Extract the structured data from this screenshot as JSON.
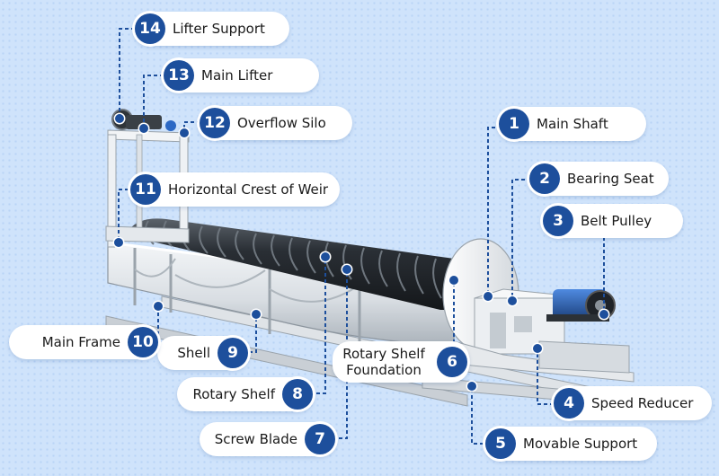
{
  "colors": {
    "accent": "#1d4f9c",
    "background": "#cfe3fb",
    "callout": "#ffffff"
  },
  "parts": [
    {
      "number": "1",
      "label": "Main Shaft"
    },
    {
      "number": "2",
      "label": "Bearing Seat"
    },
    {
      "number": "3",
      "label": "Belt Pulley"
    },
    {
      "number": "4",
      "label": "Speed Reducer"
    },
    {
      "number": "5",
      "label": "Movable Support"
    },
    {
      "number": "6",
      "label": "Rotary Shelf Foundation"
    },
    {
      "number": "7",
      "label": "Screw Blade"
    },
    {
      "number": "8",
      "label": "Rotary Shelf"
    },
    {
      "number": "9",
      "label": "Shell"
    },
    {
      "number": "10",
      "label": "Main Frame"
    },
    {
      "number": "11",
      "label": "Horizontal Crest of Weir"
    },
    {
      "number": "12",
      "label": "Overflow Silo"
    },
    {
      "number": "13",
      "label": "Main Lifter"
    },
    {
      "number": "14",
      "label": "Lifter Support"
    }
  ]
}
